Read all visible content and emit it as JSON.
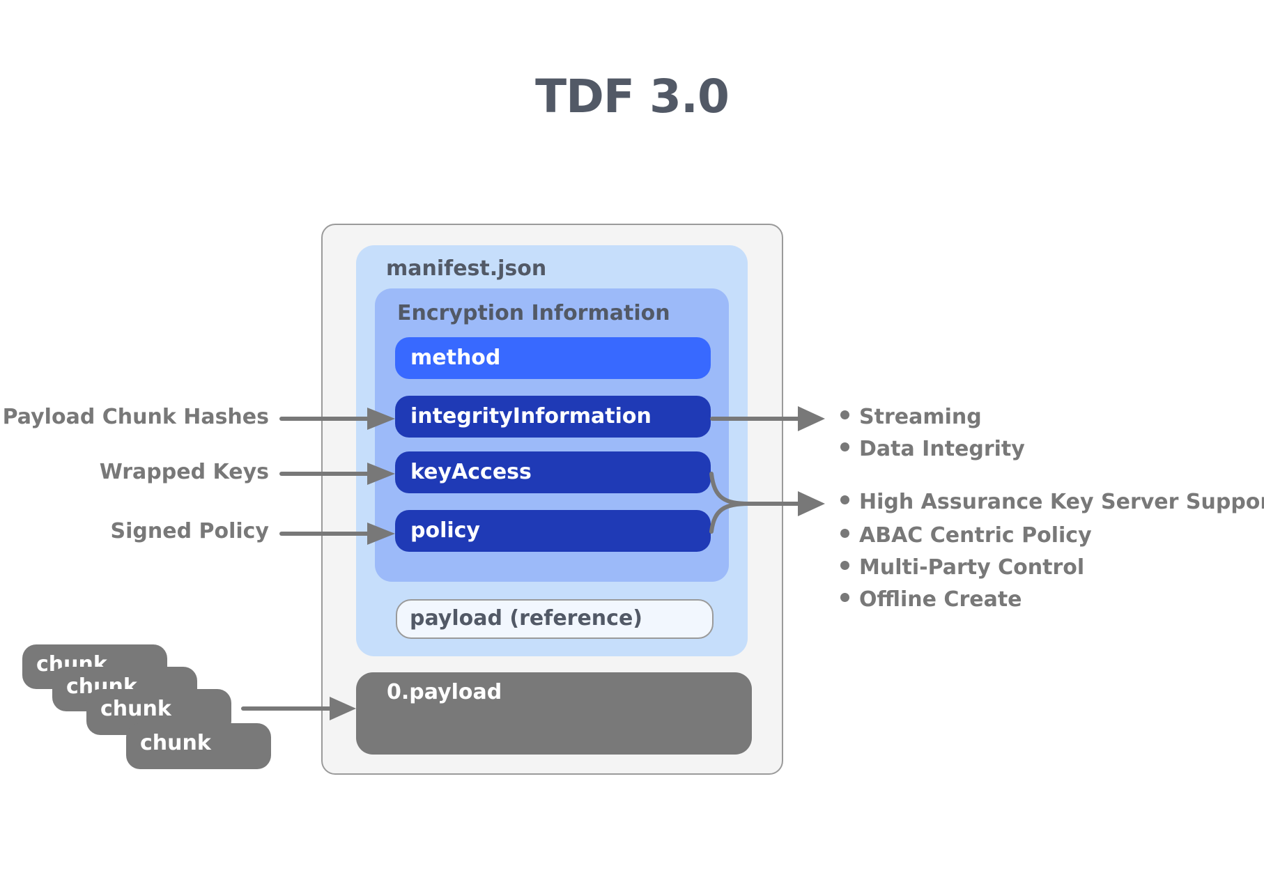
{
  "title": "TDF 3.0",
  "container": {
    "manifest": {
      "label": "manifest.json",
      "encryption_information": {
        "label": "Encryption Information",
        "fields": [
          {
            "label": "method",
            "style": "primary"
          },
          {
            "label": "integrityInformation",
            "style": "dark"
          },
          {
            "label": "keyAccess",
            "style": "dark"
          },
          {
            "label": "policy",
            "style": "dark"
          }
        ]
      },
      "payload_reference": "payload (reference)"
    },
    "payload": {
      "label": "0.payload"
    }
  },
  "inputs": [
    {
      "label": "Payload Chunk Hashes",
      "target": "integrityInformation"
    },
    {
      "label": "Wrapped Keys",
      "target": "keyAccess"
    },
    {
      "label": "Signed Policy",
      "target": "policy"
    }
  ],
  "chunks": [
    "chunk",
    "chunk",
    "chunk",
    "chunk"
  ],
  "features": {
    "integrity_group": [
      "Streaming",
      "Data Integrity"
    ],
    "key_policy_group": [
      "High Assurance Key Server Support",
      "ABAC Centric Policy",
      "Multi-Party Control",
      "Offline Create"
    ]
  },
  "colors": {
    "title": "#525966",
    "outer_bg": "#f4f4f4",
    "manifest_bg": "#c6defb",
    "encryption_bg": "#9cbaf9",
    "method_pill": "#3869ff",
    "dark_pill": "#1f3ab6",
    "payload_gray": "#797979",
    "arrow_gray": "#787878"
  }
}
